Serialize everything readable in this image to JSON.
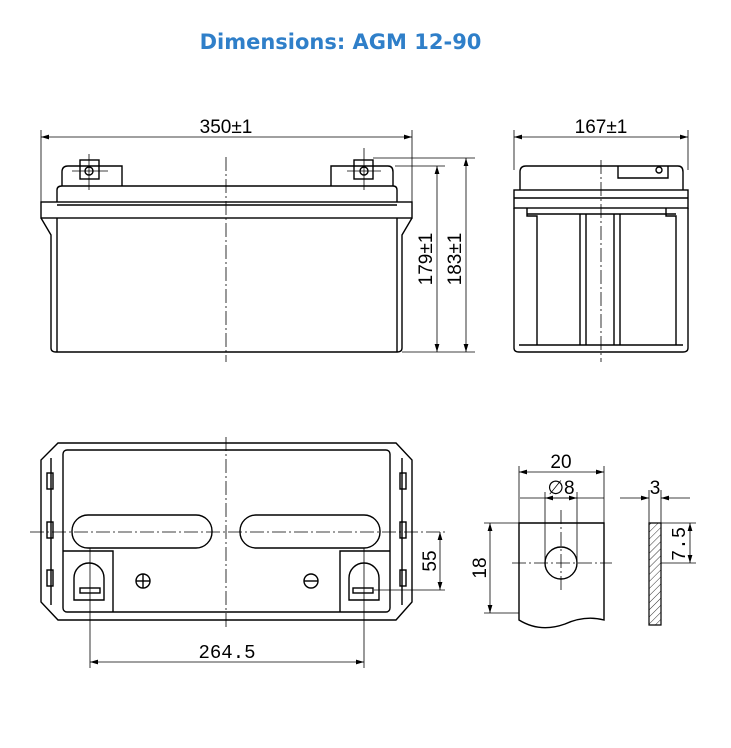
{
  "title": "Dimensions:  AGM 12-90",
  "dims": {
    "length": "350±1",
    "width": "167±1",
    "height_case": "179±1",
    "height_total": "183±1",
    "terminal_spacing": "264.5",
    "terminal_offset": "55",
    "terminal_width": "20",
    "hole_diameter": "∅8",
    "terminal_height": "18",
    "terminal_thickness": "3",
    "hole_offset": "7.5"
  },
  "polarity": {
    "positive": "⊕",
    "negative": "⊖"
  }
}
